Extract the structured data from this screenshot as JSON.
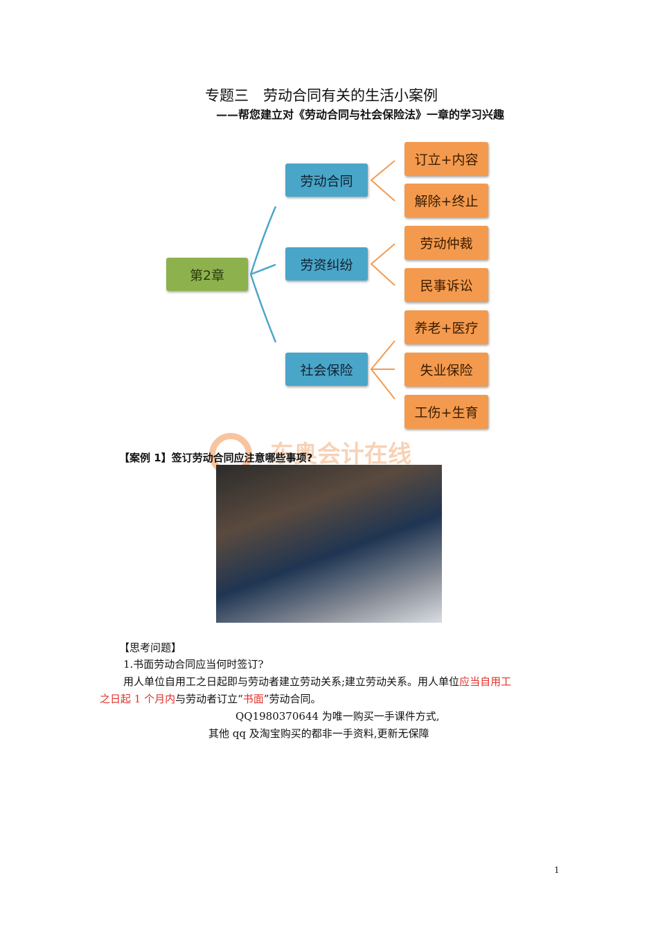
{
  "title": "专题三　劳动合同有关的生活小案例",
  "subtitle": "——帮您建立对《劳动合同与社会保险法》一章的学习兴趣",
  "mindmap": {
    "root": "第2章",
    "branches": [
      {
        "label": "劳动合同",
        "children": [
          "订立+内容",
          "解除+终止"
        ]
      },
      {
        "label": "劳资纠纷",
        "children": [
          "劳动仲裁",
          "民事诉讼"
        ]
      },
      {
        "label": "社会保险",
        "children": [
          "养老+医疗",
          "失业保险",
          "工伤+生育"
        ]
      }
    ]
  },
  "watermark": "东奥会计在线",
  "case_heading": "【案例 1】签订劳动合同应注意哪些事项?",
  "think_heading": "【思考问题】",
  "question1": "1.书面劳动合同应当何时签订?",
  "answer": {
    "p1": "用人单位自用工之日起即与劳动者建立劳动关系;建立劳动关系。用人单位",
    "p1_red": "应当自用工",
    "p2_red": "之日起 1 个月内",
    "p2": "与劳动者订立“",
    "p2_red2": "书面",
    "p2_end": "”劳动合同。"
  },
  "notice1": "QQ1980370644 为唯一购买一手课件方式,",
  "notice2": "其他 qq 及淘宝购买的都非一手资料,更新无保障",
  "page_number": "1",
  "colors": {
    "root": "#8db14d",
    "branch": "#4aa6c8",
    "leaf": "#f39a4e",
    "emphasis": "#e0302a"
  }
}
